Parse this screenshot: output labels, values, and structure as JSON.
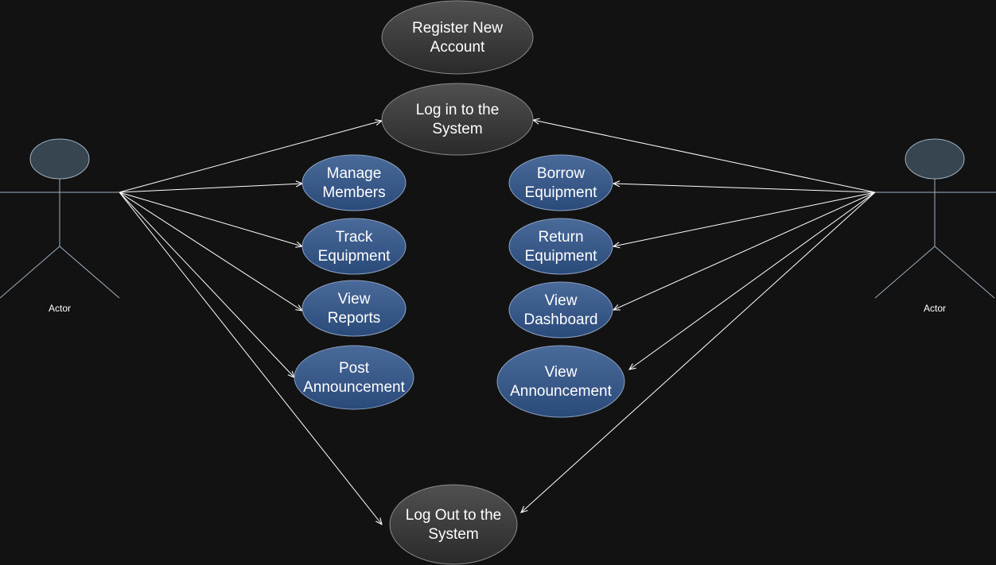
{
  "diagram": {
    "type": "uml-use-case",
    "actors": [
      {
        "id": "left",
        "label": "Actor"
      },
      {
        "id": "right",
        "label": "Actor"
      }
    ],
    "use_cases": [
      {
        "id": "register",
        "lines": [
          "Register New",
          "Account"
        ],
        "style": "gray"
      },
      {
        "id": "login",
        "lines": [
          "Log in to the",
          "System"
        ],
        "style": "gray"
      },
      {
        "id": "manage-members",
        "lines": [
          "Manage",
          "Members"
        ],
        "style": "blue"
      },
      {
        "id": "track-equipment",
        "lines": [
          "Track",
          "Equipment"
        ],
        "style": "blue"
      },
      {
        "id": "view-reports",
        "lines": [
          "View",
          "Reports"
        ],
        "style": "blue"
      },
      {
        "id": "post-announcement",
        "lines": [
          "Post",
          "Announcement"
        ],
        "style": "blue"
      },
      {
        "id": "borrow-equipment",
        "lines": [
          "Borrow",
          "Equipment"
        ],
        "style": "blue"
      },
      {
        "id": "return-equipment",
        "lines": [
          "Return",
          "Equipment"
        ],
        "style": "blue"
      },
      {
        "id": "view-dashboard",
        "lines": [
          "View",
          "Dashboard"
        ],
        "style": "blue"
      },
      {
        "id": "view-announcement",
        "lines": [
          "View",
          "Announcement"
        ],
        "style": "blue"
      },
      {
        "id": "logout",
        "lines": [
          "Log Out to the",
          "System"
        ],
        "style": "gray"
      }
    ],
    "associations": [
      {
        "from": "left",
        "to": "login"
      },
      {
        "from": "left",
        "to": "manage-members"
      },
      {
        "from": "left",
        "to": "track-equipment"
      },
      {
        "from": "left",
        "to": "view-reports"
      },
      {
        "from": "left",
        "to": "post-announcement"
      },
      {
        "from": "left",
        "to": "logout"
      },
      {
        "from": "right",
        "to": "login"
      },
      {
        "from": "right",
        "to": "borrow-equipment"
      },
      {
        "from": "right",
        "to": "return-equipment"
      },
      {
        "from": "right",
        "to": "view-dashboard"
      },
      {
        "from": "right",
        "to": "view-announcement"
      },
      {
        "from": "right",
        "to": "logout"
      }
    ],
    "colors": {
      "background": "#121212",
      "gray_fill_top": "#505050",
      "gray_fill_bottom": "#2a2a2a",
      "blue_fill_top": "#4a6a9a",
      "blue_fill_bottom": "#2a4a7a",
      "actor_head": "#36454f",
      "actor_stroke": "#9fb0c0",
      "edge": "#ffffff"
    }
  }
}
